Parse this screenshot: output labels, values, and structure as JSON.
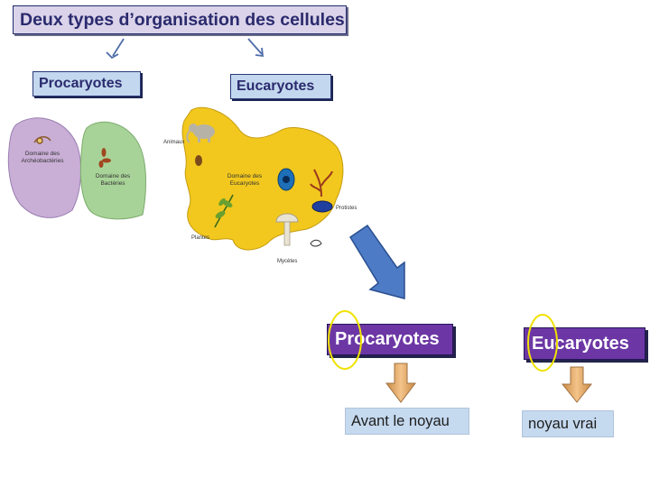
{
  "title": "Deux types d’organisation des cellules",
  "top_categories": {
    "procaryotes": "Procaryotes",
    "eucaryotes": "Eucaryotes"
  },
  "procaryote_diagram": {
    "archaea_label_line1": "Domaine des",
    "archaea_label_line2": "Archéobactéries",
    "bacteria_label_line1": "Domaine des",
    "bacteria_label_line2": "Bactéries"
  },
  "eucaryote_diagram": {
    "center_label_line1": "Domaine des",
    "center_label_line2": "Eucaryotes",
    "animaux": "Animaux",
    "plantes": "Plantes",
    "protistes": "Protistes",
    "mycetes": "Mycètes"
  },
  "etymology": {
    "procaryotes": "Procaryotes",
    "eucaryotes": "Eucaryotes",
    "pro_meaning": "Avant le noyau",
    "eu_meaning": "noyau vrai"
  },
  "colors": {
    "title_bg": "#dad3e9",
    "category_bg": "#c3d8ee",
    "purple_box": "#6c37a5",
    "result_bg": "#c5d9ef",
    "archaea": "#c9aed6",
    "bacteria": "#a8d398",
    "eucaryote": "#f2c81e",
    "arrow_blue": "#4e7bc5",
    "arrow_tan": "#e3a96a",
    "highlight_circle": "#f0e200"
  }
}
